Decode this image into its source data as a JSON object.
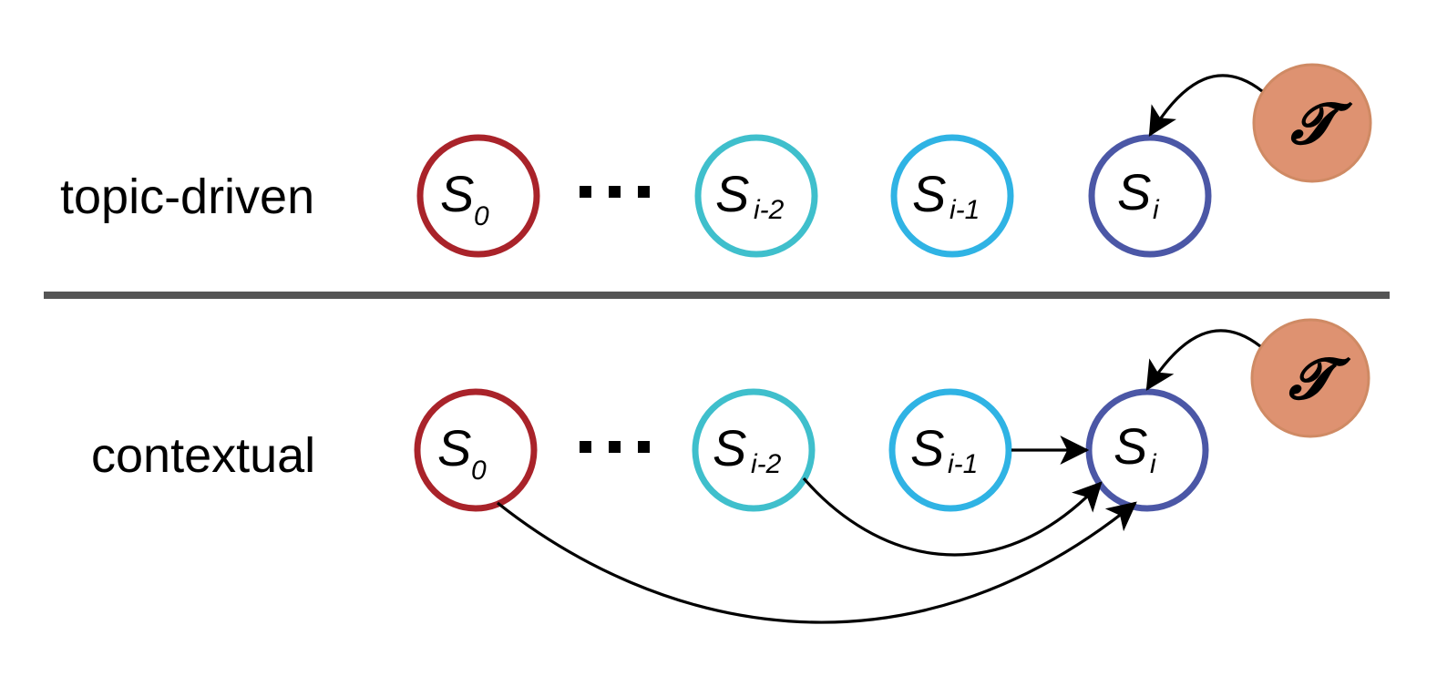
{
  "colors": {
    "node_s0": "#a9232a",
    "node_i_minus_2": "#3fbfcc",
    "node_i_minus_1": "#2fb3e4",
    "node_i": "#4b57a6",
    "topic_fill": "#de9271",
    "topic_stroke": "#cf8a64",
    "separator": "#555555",
    "edge": "#000000"
  },
  "rows": [
    {
      "label": "topic-driven",
      "nodes": [
        {
          "main": "S",
          "sub": "0"
        },
        {
          "main": "S",
          "sub": "i-2"
        },
        {
          "main": "S",
          "sub": "i-1"
        },
        {
          "main": "S",
          "sub": "i"
        }
      ],
      "topic": "𝓣",
      "edges": [
        "topic→S_i"
      ]
    },
    {
      "label": "contextual",
      "nodes": [
        {
          "main": "S",
          "sub": "0"
        },
        {
          "main": "S",
          "sub": "i-2"
        },
        {
          "main": "S",
          "sub": "i-1"
        },
        {
          "main": "S",
          "sub": "i"
        }
      ],
      "topic": "𝓣",
      "edges": [
        "topic→S_i",
        "S_i-1→S_i",
        "S_i-2→S_i",
        "S_0→S_i"
      ]
    }
  ]
}
